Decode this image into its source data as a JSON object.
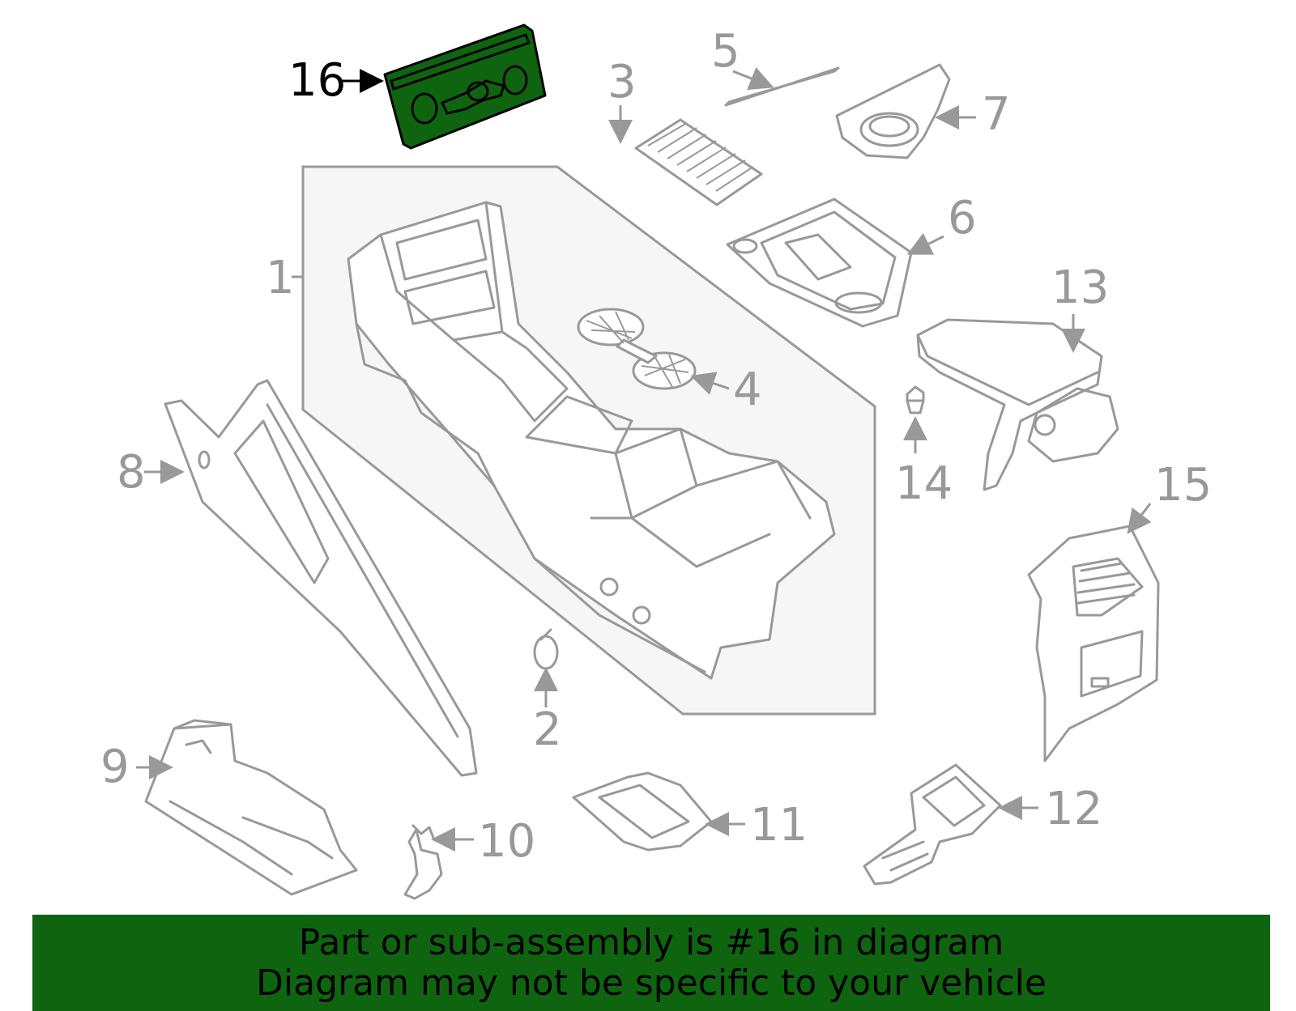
{
  "callouts": {
    "c1": "1",
    "c2": "2",
    "c3": "3",
    "c4": "4",
    "c5": "5",
    "c6": "6",
    "c7": "7",
    "c8": "8",
    "c9": "9",
    "c10": "10",
    "c11": "11",
    "c12": "12",
    "c13": "13",
    "c14": "14",
    "c15": "15",
    "c16": "16"
  },
  "highlighted_part": "16",
  "colors": {
    "highlight": "#0f6410",
    "line_art": "#999999",
    "panel": "#f6f6f6"
  },
  "banner": {
    "line1": "Part or sub-assembly is #16 in diagram",
    "line2": "Diagram may not be specific to your vehicle"
  }
}
